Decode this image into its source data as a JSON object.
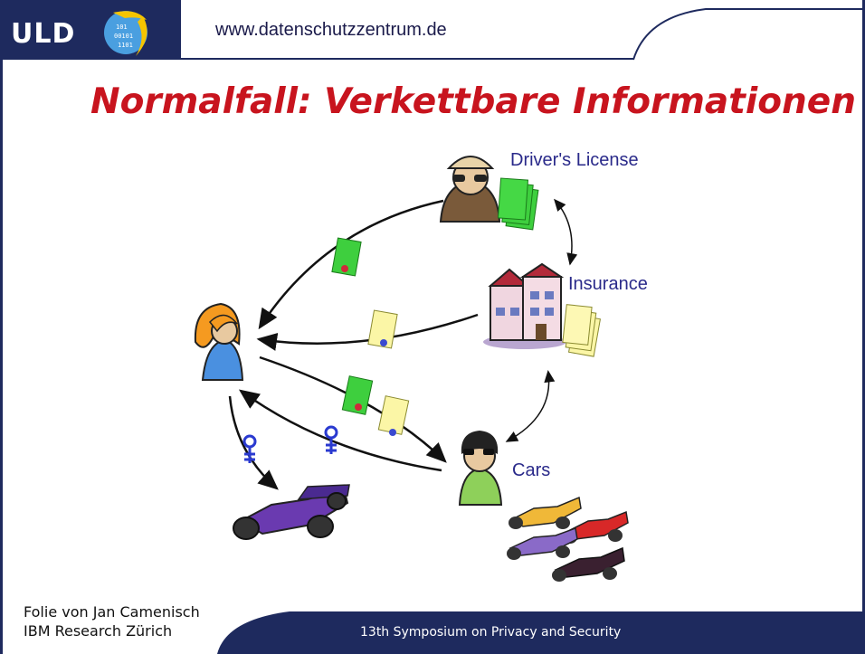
{
  "header": {
    "logo_text": "ULD",
    "url": "www.datenschutzzentrum.de"
  },
  "title": "Normalfall: Verkettbare Informationen",
  "labels": {
    "drivers_license": "Driver's License",
    "insurance": "Insurance",
    "cars": "Cars"
  },
  "credit": {
    "line1": "Folie von Jan Camenisch",
    "line2": "IBM Research Zürich"
  },
  "footer": {
    "text": "13th Symposium on Privacy and Security"
  },
  "colors": {
    "navy": "#1e2a5e",
    "title_red": "#c8141e",
    "label_blue": "#2a2a8a",
    "cert_green": "#3ecf3e",
    "cert_yellow": "#fbf6a6"
  }
}
